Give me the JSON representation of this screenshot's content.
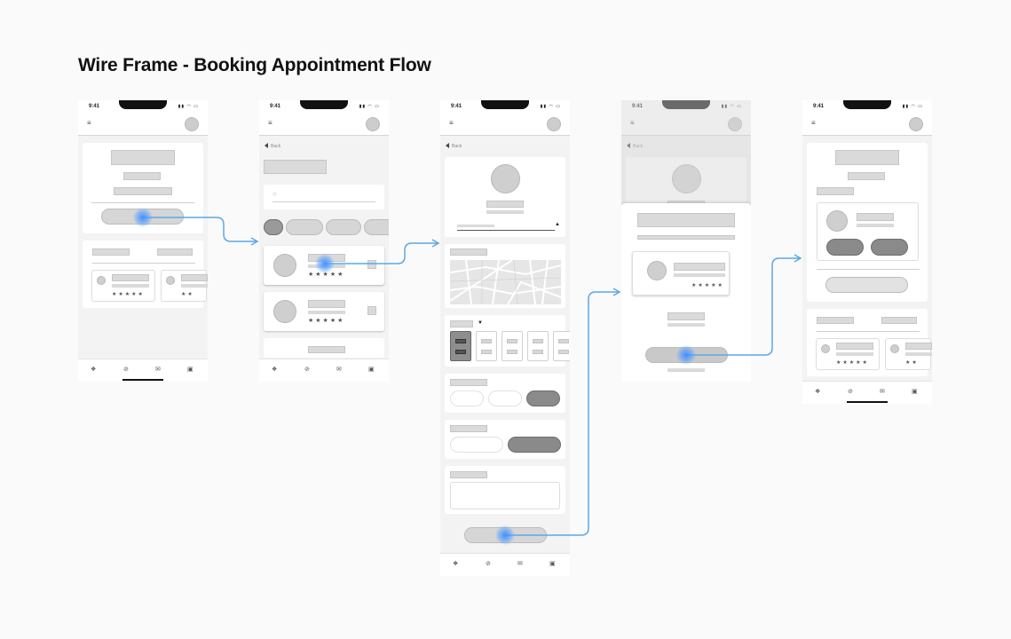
{
  "title": "Wire Frame - Booking Appointment Flow",
  "status": {
    "time": "9:41"
  },
  "back_label": "Back",
  "rating_stars": "★★★★★",
  "rating_stars_partial": "★★",
  "icons": {
    "menu": "≡",
    "home": "❖",
    "link": "⊘",
    "mail": "✉",
    "profile": "▣",
    "dropdown": "▲",
    "dropdown_down": "▼"
  },
  "colors": {
    "arrow": "#5aa7e6",
    "tap": "#3c8cff",
    "background": "#fafafa"
  }
}
